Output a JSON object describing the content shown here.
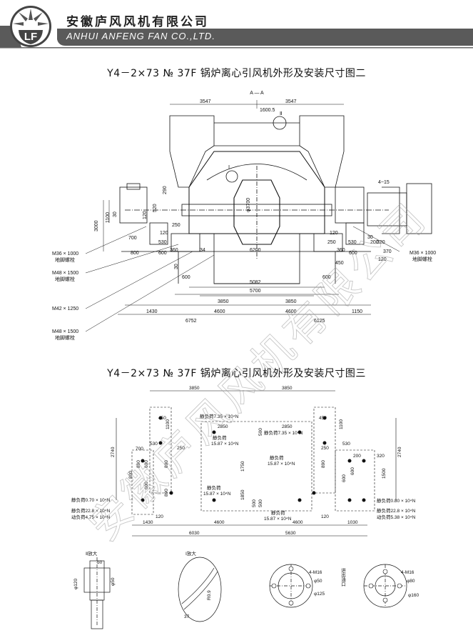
{
  "header": {
    "company_cn": "安徽庐风风机有限公司",
    "company_en": "ANHUI ANFENG FAN CO.,LTD.",
    "logo_letters": "LF",
    "band_color": "#5a5a5a",
    "accent_color": "#2a2a2a"
  },
  "drawing1": {
    "title": "Y4－2×73 № 37F 锅炉离心引风机外形及安装尺寸图二",
    "section": "A — A",
    "dims": {
      "d3547_left": "3547",
      "d3547_right": "3547",
      "d1600": "1600.5",
      "mark_II": "Ⅱ",
      "mark_I": "Ⅰ",
      "d3700": "φ3700",
      "d4_15": "4~15",
      "d290": "290",
      "d520": "520",
      "d120": "120",
      "d30": "30",
      "d1100": "1100",
      "d3000": "3000",
      "d700": "700",
      "d800": "800",
      "d250": "250",
      "d120b": "120",
      "d530": "530",
      "d360": "360",
      "d600": "600",
      "d34": "34",
      "d6200": "6200",
      "d30b": "30",
      "d600b": "600",
      "d5082": "5082",
      "d5700": "5700",
      "d3850": "3850",
      "d3850b": "3850",
      "d1430": "1430",
      "d4600": "4600",
      "d4600b": "4600",
      "d1150": "1150",
      "d6752": "6752",
      "d6125": "6125",
      "r120": "120",
      "r250": "250",
      "r530": "530",
      "r360": "360",
      "r600": "600",
      "r370": "370",
      "r120b": "120",
      "r450": "450",
      "r600b": "600",
      "r30": "30",
      "r200": "200",
      "r320": "320"
    },
    "bolts": {
      "b1": "M36 × 1000",
      "b1_sub": "地脚螺栓",
      "b2": "M48 × 1500",
      "b2_sub": "地脚螺栓",
      "b3": "M42 × 1250",
      "b4": "M48 × 1500",
      "b4_sub": "地脚螺栓",
      "b5": "M36 × 1000",
      "b5_sub": "地脚螺栓"
    }
  },
  "drawing2": {
    "title": "Y4－2×73 № 37F 锅炉离心引风机外形及安装尺寸图三",
    "dims": {
      "t3850a": "3850",
      "t3850b": "3850",
      "t450a": "450",
      "t450b": "450",
      "t1100a": "1100",
      "t1100b": "1100",
      "t2850a": "2850",
      "t2850b": "2850",
      "t500a": "500",
      "t500b": "500",
      "t2740a": "2740",
      "t2740b": "2740",
      "t700": "700",
      "t530a": "530",
      "t250a": "250",
      "t530b": "530",
      "t250b": "250",
      "t200": "200",
      "t320": "320",
      "t1750": "1750",
      "t1500": "1500",
      "t800": "800",
      "t890a": "890",
      "t600a": "600",
      "t890b": "890",
      "t600b": "600",
      "t890c": "890",
      "t890d": "890",
      "t600c": "600",
      "t600d": "600",
      "t1850": "1850",
      "t500c": "500",
      "t120a": "120",
      "t120b": "120",
      "t1430": "1430",
      "t4600a": "4600",
      "t4600b": "4600",
      "t1030": "1030",
      "t6030": "6030",
      "t5630": "5630"
    },
    "loads": {
      "l1": "静负荷7.35 × 10⁴N",
      "l2": "静负荷7.35 × 10⁴N",
      "l3a": "静负荷",
      "l3b": "15.87 × 10⁴N",
      "l4a": "静负荷",
      "l4b": "15.87 × 10⁴N",
      "l5a": "静负荷",
      "l5b": "15.87 × 10⁴N",
      "l6a": "静负荷",
      "l6b": "15.87 × 10⁴N",
      "l7": "静负荷0.70 × 10⁴N",
      "l8": "静负荷22.8 × 10⁴N",
      "l9": "动负荷4.75 × 10⁴N",
      "l10": "静负荷0.80 × 10⁴N",
      "l11": "静负荷22.8 × 10⁴N",
      "l12": "动负荷5.38 × 10⁴N"
    }
  },
  "details": {
    "d1_title": "Ⅱ放大",
    "d1_50": "50",
    "d1_phi120": "φ120",
    "d1_phi50": "φ50",
    "d2_title": "Ⅰ放大",
    "d2_37": "37",
    "d2_r": "R0.9",
    "d3_m": "4-M16",
    "d3_phi50": "φ50",
    "d3_phi125": "φ125",
    "d3_vert": "进出油口",
    "d4_m": "4-M16",
    "d4_phi80": "φ80",
    "d4_phi160": "φ160"
  },
  "watermark": "安徽庐风风机有限公司"
}
